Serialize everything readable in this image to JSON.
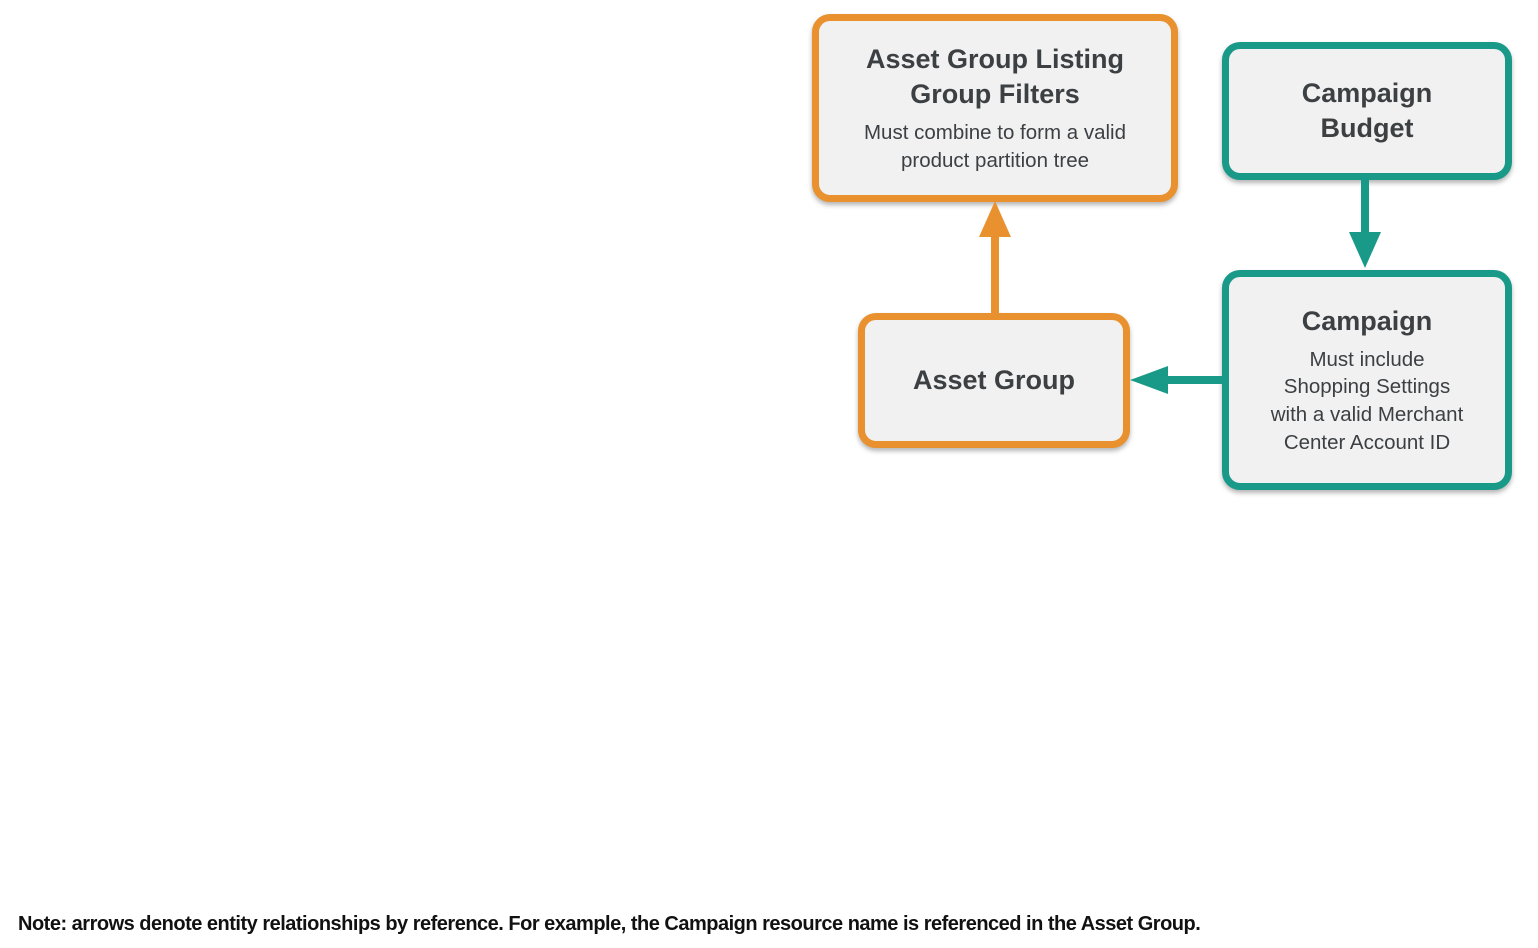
{
  "colors": {
    "orange": "#E8912E",
    "teal": "#199A89",
    "node_fill": "#F1F1F2",
    "node_text": "#3C4043",
    "note_text": "#111111",
    "background": "#FFFFFF"
  },
  "diagram": {
    "nodes": {
      "listing_filters": {
        "title": "Asset Group Listing\nGroup Filters",
        "subtitle": "Must combine to form a valid\nproduct partition tree",
        "accent": "#E8912E"
      },
      "campaign_budget": {
        "title": "Campaign\nBudget",
        "accent": "#199A89"
      },
      "asset_group": {
        "title": "Asset Group",
        "accent": "#E8912E"
      },
      "campaign": {
        "title": "Campaign",
        "subtitle": "Must include\nShopping Settings\nwith a valid Merchant\nCenter Account ID",
        "accent": "#199A89"
      }
    },
    "edges": [
      {
        "from": "asset_group",
        "to": "listing_filters",
        "color": "#E8912E",
        "direction": "up"
      },
      {
        "from": "campaign_budget",
        "to": "campaign",
        "color": "#199A89",
        "direction": "down"
      },
      {
        "from": "campaign",
        "to": "asset_group",
        "color": "#199A89",
        "direction": "left"
      }
    ]
  },
  "note": "Note: arrows denote entity relationships by reference. For example, the Campaign resource name is referenced in the Asset Group."
}
